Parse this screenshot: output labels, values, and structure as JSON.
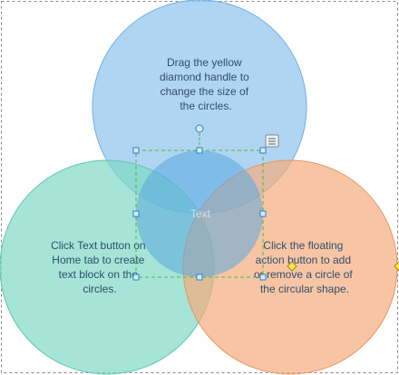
{
  "diagram": {
    "circles": [
      {
        "id": "top",
        "fill": "#8ec3ec",
        "stroke": "#6eaee0",
        "lines": [
          "Drag the yellow",
          "diamond handle to",
          "change the size of",
          "the circles."
        ]
      },
      {
        "id": "left",
        "fill": "#7fd8c4",
        "stroke": "#5cc7b0",
        "lines": [
          "Click Text button on",
          "Home tab to create",
          "text block on the",
          "circles."
        ]
      },
      {
        "id": "right",
        "fill": "#f5ad7e",
        "stroke": "#e8955f",
        "lines": [
          "Click the floating",
          "action button to add",
          "or remove a circle of",
          "the circular shape."
        ]
      }
    ],
    "center": {
      "text": "Text",
      "fill": "#5aa8e0"
    },
    "selection": {
      "stroke": "#3fbf3f",
      "handle_fill": "#d6ecfb",
      "handle_stroke": "#2a7fc8",
      "diamond_fill": "#ffe24d"
    },
    "canvas_border": "#888888"
  }
}
